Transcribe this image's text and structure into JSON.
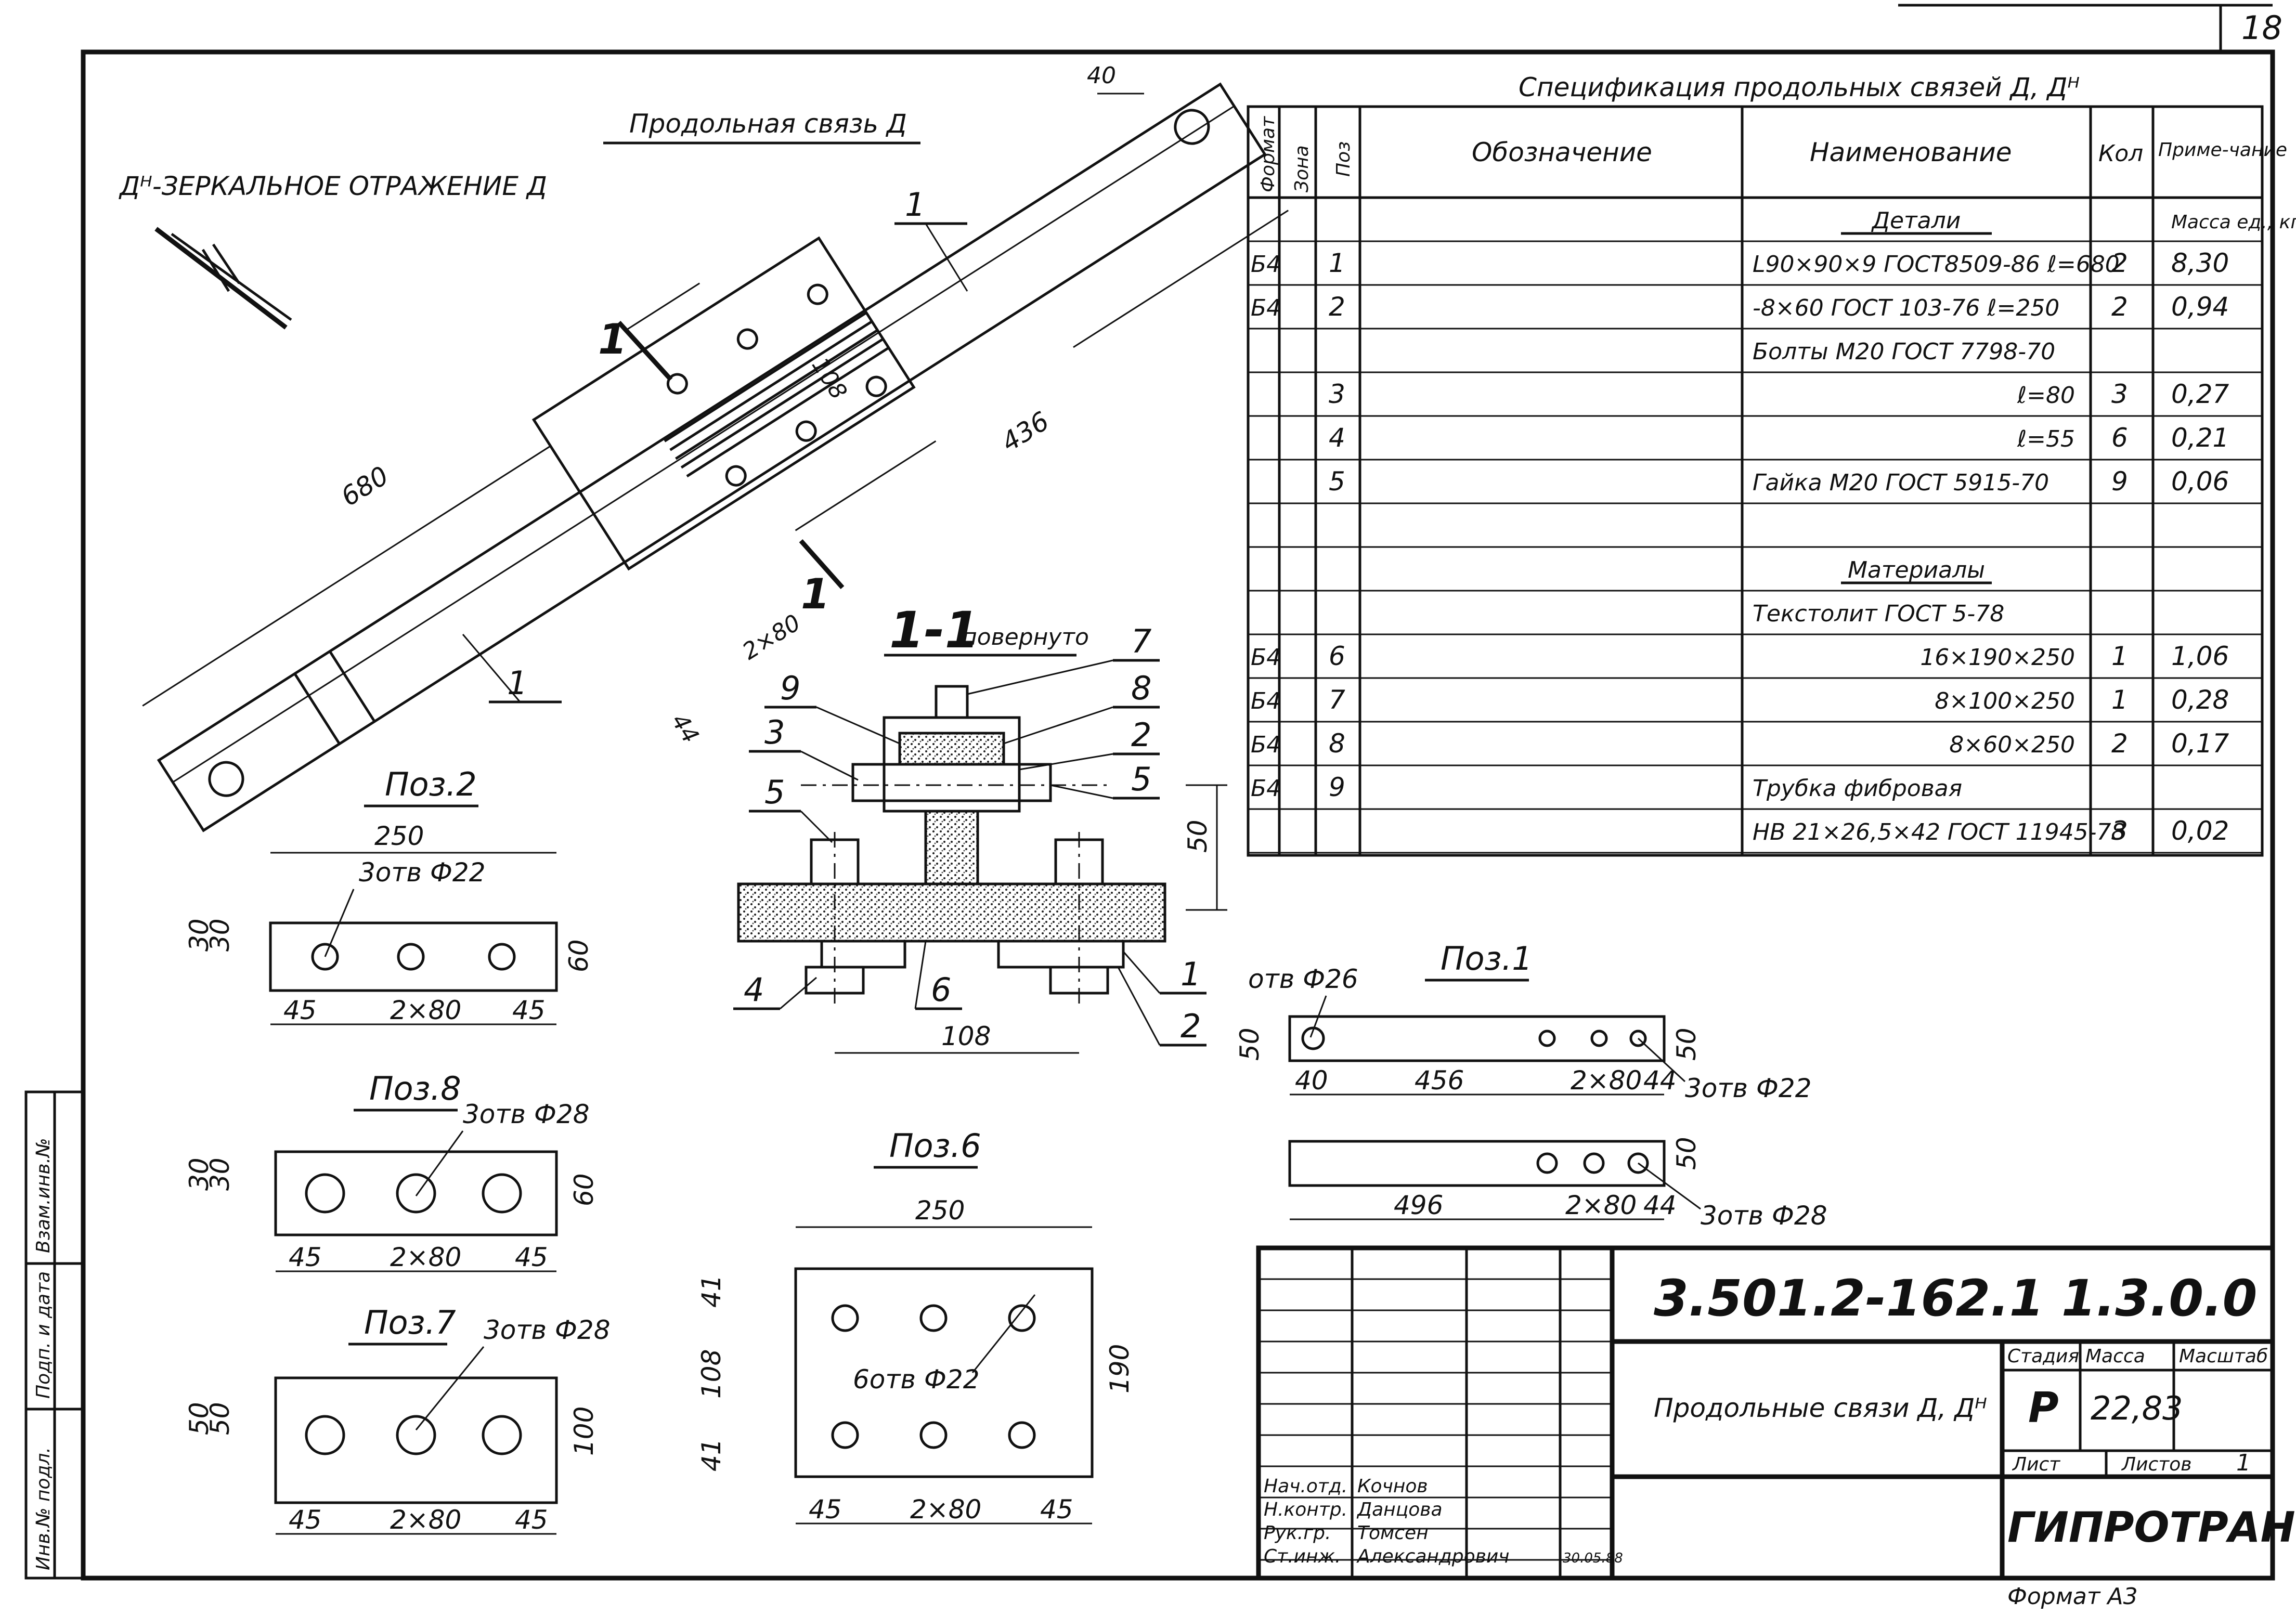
{
  "sheet": {
    "page_number": "18",
    "format_label": "Формат A3",
    "mirror_note": "Дᴴ-ЗЕРКАЛЬНОЕ ОТРАЖЕНИЕ Д",
    "main_view_title": "Продольная связь Д",
    "section_title": "1-1",
    "section_subtitle": "повернуто",
    "section_mark": "1"
  },
  "main_view": {
    "dims": {
      "d40": "40",
      "d108": "108",
      "d680": "680",
      "d436": "436",
      "d2x80": "2×80",
      "d44": "44"
    },
    "pos_labels": [
      "1",
      "1"
    ]
  },
  "section_view": {
    "callouts": [
      "7",
      "8",
      "2",
      "9",
      "3",
      "5",
      "5",
      "4",
      "6",
      "1",
      "2"
    ],
    "dims": {
      "d50": "50",
      "d108": "108"
    }
  },
  "details": {
    "poz2": {
      "title": "Поз.2",
      "d250": "250",
      "holes": "3отв Ф22",
      "d30a": "30",
      "d30b": "30",
      "d60": "60",
      "d45a": "45",
      "d2x80": "2×80",
      "d45b": "45"
    },
    "poz8": {
      "title": "Поз.8",
      "holes": "3отв Ф28",
      "d30a": "30",
      "d30b": "30",
      "d60": "60",
      "d45a": "45",
      "d2x80": "2×80",
      "d45b": "45"
    },
    "poz7": {
      "title": "Поз.7",
      "holes": "3отв Ф28",
      "d50a": "50",
      "d50b": "50",
      "d100": "100",
      "d45a": "45",
      "d2x80": "2×80",
      "d45b": "45"
    },
    "poz6": {
      "title": "Поз.6",
      "d250": "250",
      "holes": "6отв Ф22",
      "d41a": "41",
      "d108": "108",
      "d41b": "41",
      "d190": "190",
      "d45a": "45",
      "d2x80": "2×80",
      "d45b": "45"
    },
    "poz1": {
      "title": "Поз.1",
      "hole_end": "отв Ф26",
      "d50a": "50",
      "d50b": "50",
      "d40": "40",
      "d456": "456",
      "d2x80": "2×80",
      "d44": "44",
      "holes_a": "3отв Ф22",
      "d50c": "50",
      "d496": "496",
      "d2x80b": "2×80",
      "d44b": "44",
      "holes_b": "3отв Ф28"
    }
  },
  "spec_table": {
    "title": "Спецификация продольных связей Д, Дᴴ",
    "headers": {
      "format": "Формат",
      "zone": "Зона",
      "pos": "Поз",
      "designation": "Обозначение",
      "name": "Наименование",
      "qty": "Кол",
      "note": "Приме-чание"
    },
    "rows": [
      {
        "fmt": "",
        "pos": "",
        "name": "Детали",
        "qty": "",
        "note": "Масса ед., кг",
        "underline": true,
        "center": true
      },
      {
        "fmt": "Б4",
        "pos": "1",
        "name": "L90×90×9 ГОСТ8509-86 ℓ=680",
        "qty": "2",
        "note": "8,30"
      },
      {
        "fmt": "Б4",
        "pos": "2",
        "name": "-8×60 ГОСТ 103-76   ℓ=250",
        "qty": "2",
        "note": "0,94"
      },
      {
        "fmt": "",
        "pos": "",
        "name": "Болты М20 ГОСТ 7798-70",
        "qty": "",
        "note": ""
      },
      {
        "fmt": "",
        "pos": "3",
        "name": "ℓ=80",
        "qty": "3",
        "note": "0,27",
        "right": true
      },
      {
        "fmt": "",
        "pos": "4",
        "name": "ℓ=55",
        "qty": "6",
        "note": "0,21",
        "right": true
      },
      {
        "fmt": "",
        "pos": "5",
        "name": "Гайка М20 ГОСТ 5915-70",
        "qty": "9",
        "note": "0,06"
      },
      {
        "fmt": "",
        "pos": "",
        "name": "",
        "qty": "",
        "note": ""
      },
      {
        "fmt": "",
        "pos": "",
        "name": "Материалы",
        "qty": "",
        "note": "",
        "underline": true,
        "center": true
      },
      {
        "fmt": "",
        "pos": "",
        "name": "Текстолит ГОСТ 5-78",
        "qty": "",
        "note": ""
      },
      {
        "fmt": "Б4",
        "pos": "6",
        "name": "16×190×250",
        "qty": "1",
        "note": "1,06",
        "right": true
      },
      {
        "fmt": "Б4",
        "pos": "7",
        "name": "8×100×250",
        "qty": "1",
        "note": "0,28",
        "right": true
      },
      {
        "fmt": "Б4",
        "pos": "8",
        "name": "8×60×250",
        "qty": "2",
        "note": "0,17",
        "right": true
      },
      {
        "fmt": "Б4",
        "pos": "9",
        "name": "Трубка фибровая",
        "qty": "",
        "note": ""
      },
      {
        "fmt": "",
        "pos": "",
        "name": "НВ 21×26,5×42 ГОСТ 11945-78",
        "qty": "3",
        "note": "0,02"
      }
    ]
  },
  "title_block": {
    "doc_code": "3.501.2-162.1   1.3.0.0",
    "doc_title": "Продольные связи Д, Дᴴ",
    "stage_label": "Стадия",
    "mass_label": "Масса",
    "scale_label": "Масштаб",
    "stage": "Р",
    "mass": "22,83",
    "sheet_label": "Лист",
    "sheets_label": "Листов",
    "sheets": "1",
    "org": "ГИПРОТРАНСПУТЬ",
    "signers": [
      {
        "role": "Нач.отд.",
        "name": "Кочнов"
      },
      {
        "role": "Н.контр.",
        "name": "Данцова"
      },
      {
        "role": "Рук.гр.",
        "name": "Томсен"
      },
      {
        "role": "Ст.инж.",
        "name": "Александрович",
        "date": "30.05.88"
      }
    ]
  },
  "side_stamp": {
    "inv_label": "Инв.№ подл.",
    "sign_label": "Подп. и дата",
    "swap_label": "Взам.инв.№"
  }
}
